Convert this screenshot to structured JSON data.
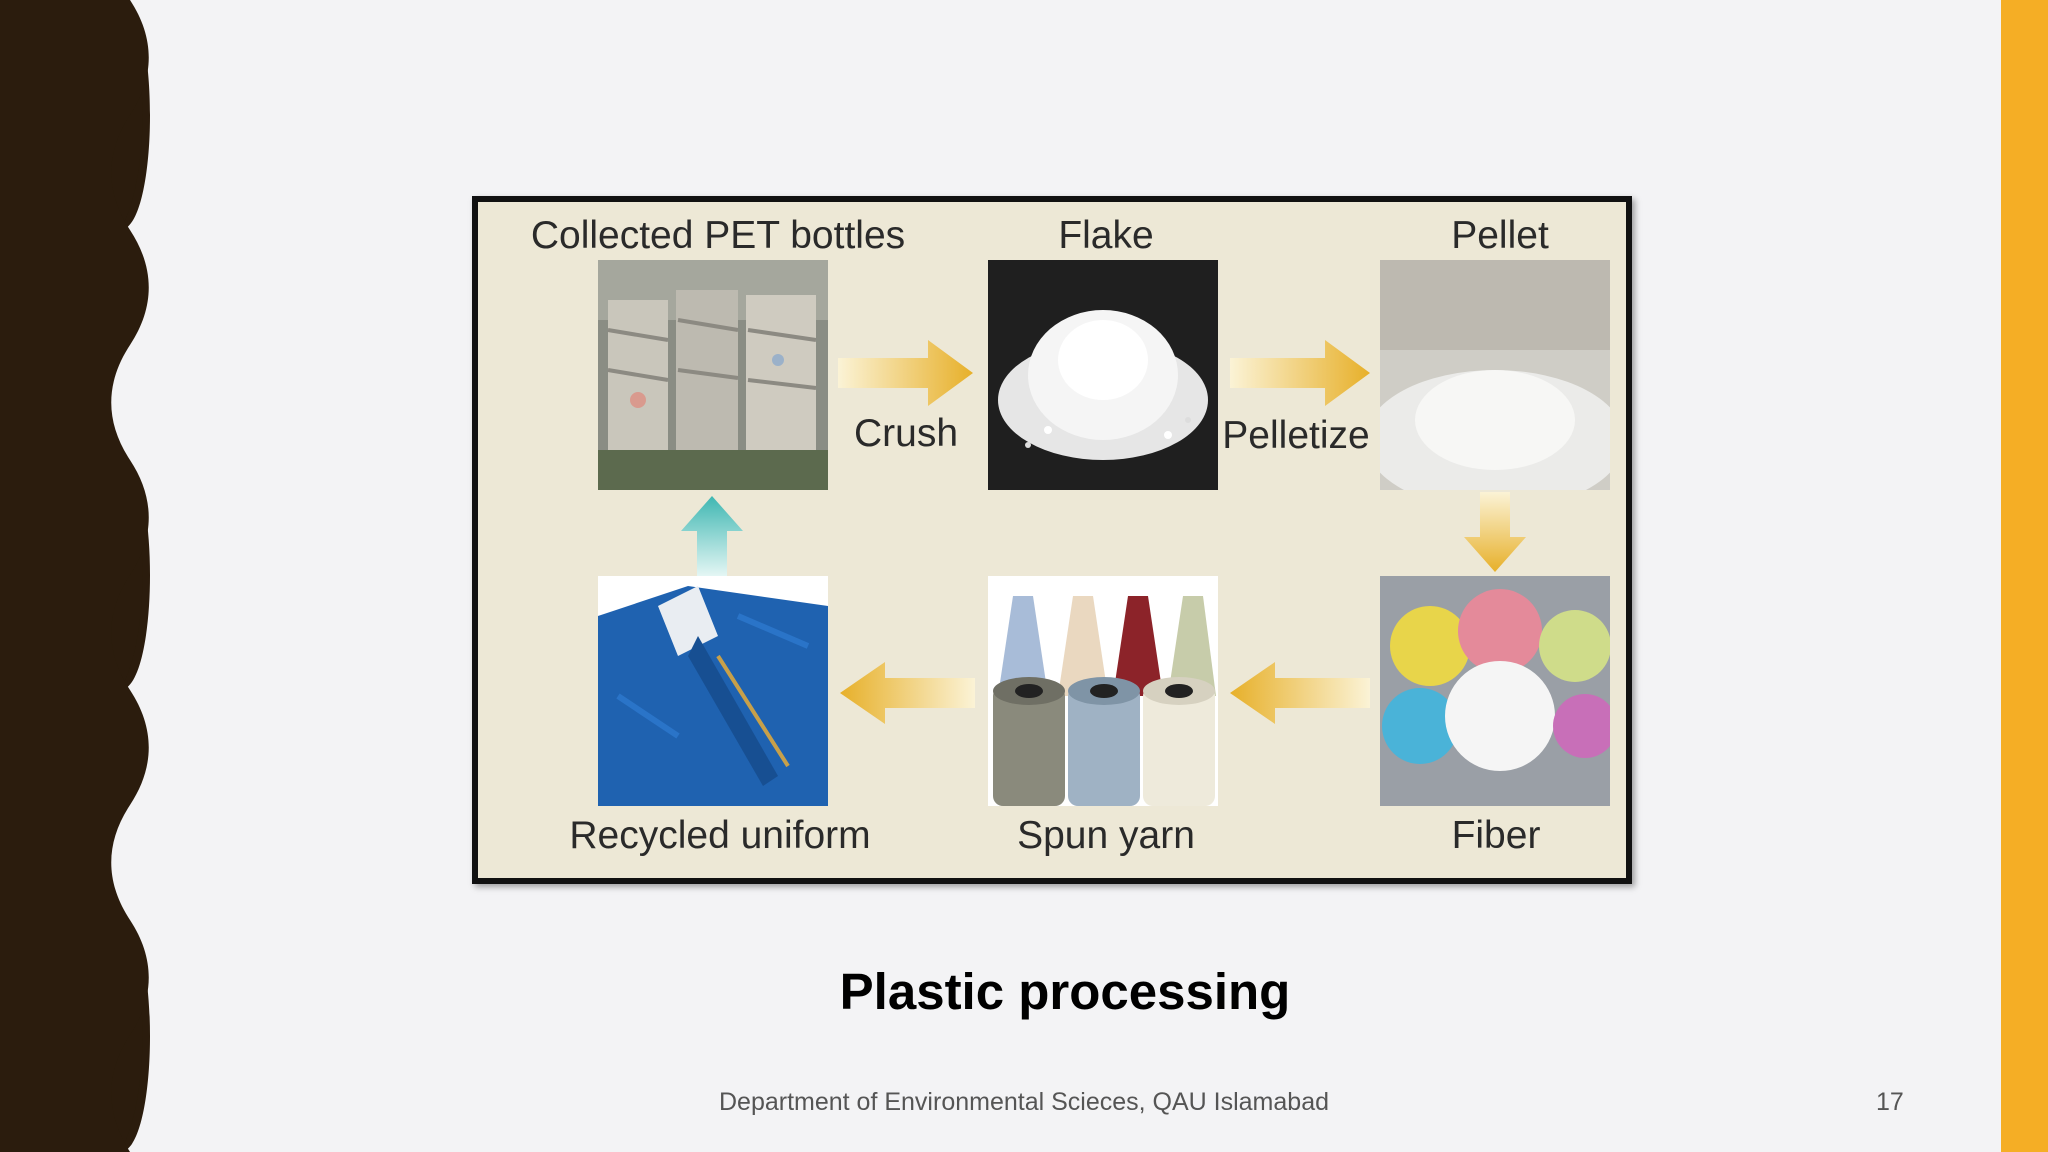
{
  "figure": {
    "labels": {
      "collected": "Collected PET bottles",
      "flake": "Flake",
      "pellet": "Pellet",
      "crush": "Crush",
      "pelletize": "Pelletize",
      "recycled": "Recycled uniform",
      "spun": "Spun yarn",
      "fiber": "Fiber"
    }
  },
  "caption": "Plastic processing",
  "footer": {
    "text": "Department of Environmental Scieces, QAU Islamabad",
    "page_number": "17"
  },
  "colors": {
    "left_bar": "#2b1c0d",
    "right_bar": "#f5ae25",
    "figure_bg": "#ede8d6",
    "arrow_gold": "#e7b02a",
    "arrow_teal": "#3fb7b2"
  }
}
